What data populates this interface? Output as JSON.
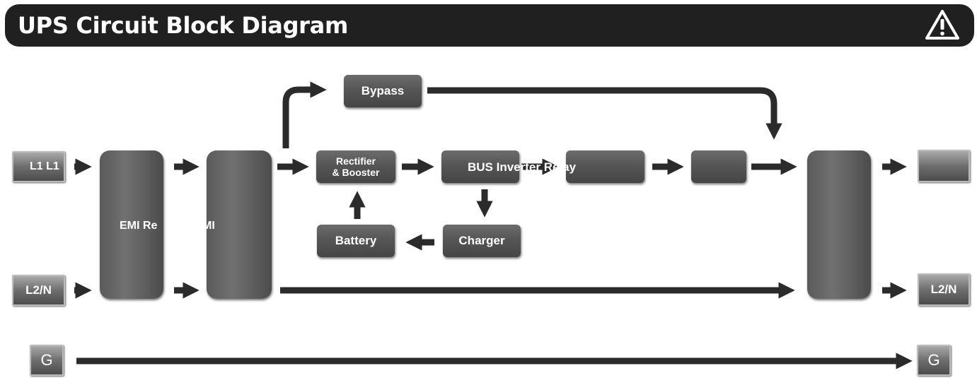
{
  "header": {
    "title": "UPS Circuit Block Diagram",
    "warning_icon": "warning-triangle-icon"
  },
  "terminals": {
    "in_l1": "L1 L1",
    "in_l2": "L2/N",
    "out_l2": "L2/N",
    "in_g": "G",
    "out_g": "G"
  },
  "blocks": {
    "emi_overlay": "EMI Re",
    "mi_overlay": "MI",
    "bypass": "Bypass",
    "rectifier_line1": "Rectifier",
    "rectifier_line2": "& Booster",
    "bus_row": "BUS Inverter Relay",
    "battery": "Battery",
    "charger": "Charger"
  },
  "colors": {
    "header_bg": "#202020",
    "block": "#575757",
    "arrow": "#2b2b2b"
  }
}
